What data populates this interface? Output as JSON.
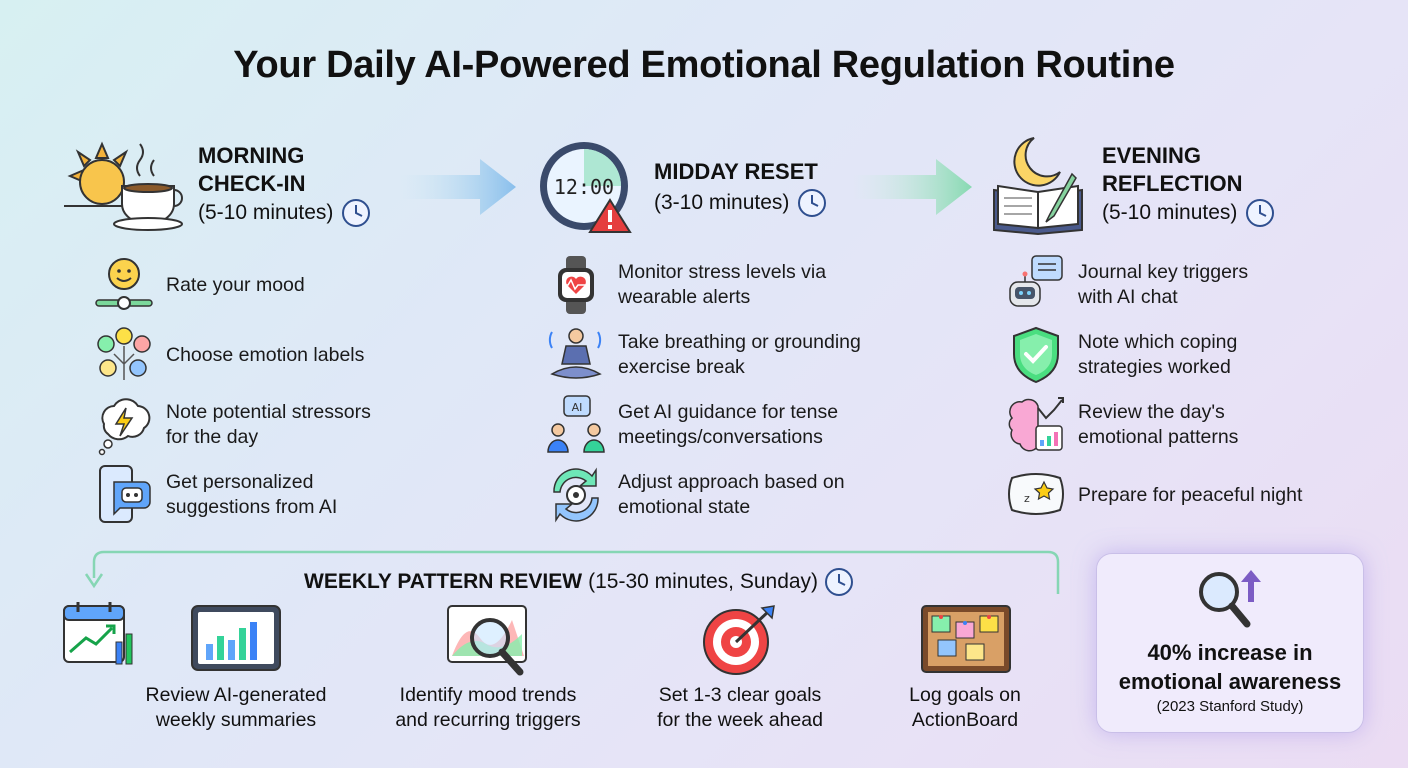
{
  "title": "Your Daily AI-Powered Emotional Regulation Routine",
  "morning": {
    "title": "MORNING\nCHECK-IN",
    "duration": "(5-10 minutes)",
    "items": [
      {
        "icon": "smiley-slider-icon",
        "text": "Rate your mood"
      },
      {
        "icon": "emotion-faces-icon",
        "text": "Choose emotion labels"
      },
      {
        "icon": "lightning-thought-icon",
        "text": "Note potential stressors\nfor the day"
      },
      {
        "icon": "phone-robot-icon",
        "text": "Get personalized\nsuggestions from AI"
      }
    ]
  },
  "midday": {
    "title": "MIDDAY RESET",
    "duration": "(3-10 minutes)",
    "clock_text": "12:00",
    "items": [
      {
        "icon": "smartwatch-icon",
        "text": "Monitor stress levels via\nwearable alerts"
      },
      {
        "icon": "meditation-icon",
        "text": "Take breathing or grounding\nexercise break"
      },
      {
        "icon": "ai-chat-people-icon",
        "text": "Get AI guidance for tense\nmeetings/conversations"
      },
      {
        "icon": "adjust-gear-icon",
        "text": "Adjust approach based on\nemotional state"
      }
    ]
  },
  "evening": {
    "title": "EVENING\nREFLECTION",
    "duration": "(5-10 minutes)",
    "items": [
      {
        "icon": "robot-chat-icon",
        "text": "Journal key triggers\nwith AI chat"
      },
      {
        "icon": "shield-check-icon",
        "text": "Note which coping\nstrategies worked"
      },
      {
        "icon": "brain-chart-icon",
        "text": "Review the day's\nemotional patterns"
      },
      {
        "icon": "pillow-icon",
        "text": "Prepare for peaceful night"
      }
    ]
  },
  "weekly": {
    "title": "WEEKLY PATTERN REVIEW",
    "duration": "(15-30 minutes, Sunday)",
    "items": [
      {
        "icon": "calendar-chart-icon",
        "text": "Review AI-generated\nweekly summaries"
      },
      {
        "icon": "magnifier-chart-icon",
        "text": "Identify mood trends\nand recurring triggers"
      },
      {
        "icon": "target-icon",
        "text": "Set 1-3 clear goals\nfor the week ahead"
      },
      {
        "icon": "corkboard-icon",
        "text": "Log goals on\nActionBoard"
      }
    ]
  },
  "stat": {
    "headline": "40% increase in\nemotional awareness",
    "source": "(2023 Stanford Study)"
  },
  "colors": {
    "accent_blue": "#3a5fa8",
    "accent_green": "#7fd6a8",
    "accent_purple": "#8a6fd1"
  }
}
